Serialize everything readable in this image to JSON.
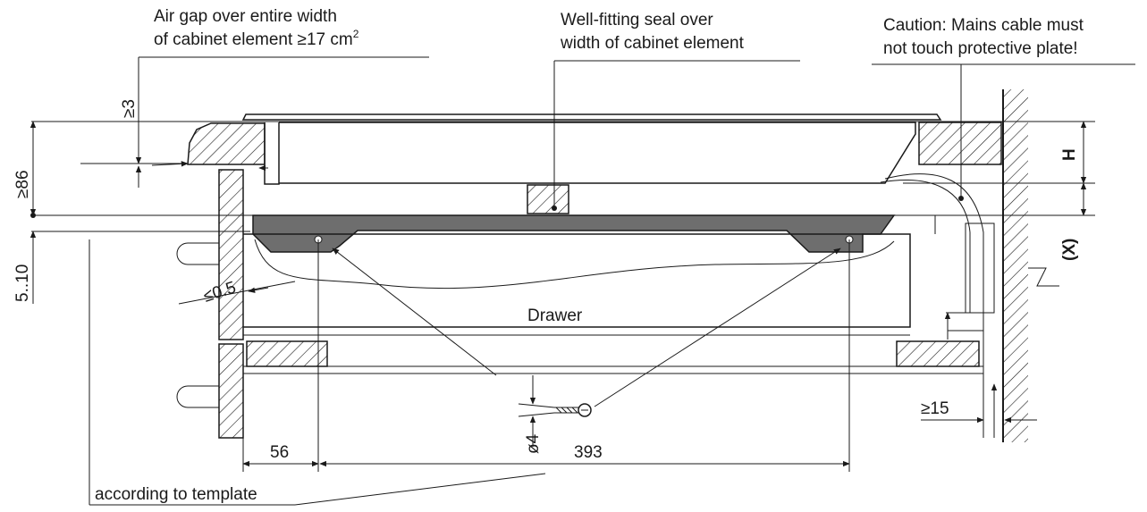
{
  "labels": {
    "air_gap_line1": "Air gap over entire width",
    "air_gap_line2": "of cabinet element ≥17 cm",
    "air_gap_sup": "2",
    "seal_line1": "Well-fitting seal over",
    "seal_line2": "width of cabinet element",
    "caution_line1": "Caution: Mains cable must",
    "caution_line2": "not touch protective plate!",
    "drawer": "Drawer",
    "template": "according to template"
  },
  "dimensions": {
    "gap_min": "≥3",
    "height_min": "≥86",
    "offset_range": "5..10",
    "clearance": "≤0.5",
    "h_mark": "H",
    "x_mark": "(X)",
    "side_min": "≥15",
    "screw_dia": "ø4",
    "w56": "56",
    "w393": "393"
  },
  "colors": {
    "line": "#1a1a1a",
    "plate": "#6e6e6e",
    "background": "#ffffff"
  }
}
